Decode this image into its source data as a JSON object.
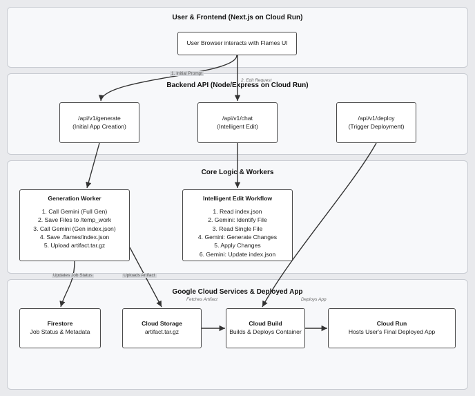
{
  "lanes": {
    "frontend": "User & Frontend (Next.js on Cloud Run)",
    "backend": "Backend API (Node/Express on Cloud Run)",
    "core": "Core Logic & Workers",
    "cloud": "Google Cloud Services & Deployed App"
  },
  "nodes": {
    "browser": "User Browser interacts with Flames UI",
    "generate": {
      "path": "/api/v1/generate",
      "desc": "(Initial App Creation)"
    },
    "chat": {
      "path": "/api/v1/chat",
      "desc": "(Intelligent Edit)"
    },
    "deploy": {
      "path": "/api/v1/deploy",
      "desc": "(Trigger Deployment)"
    },
    "worker": {
      "title": "Generation Worker",
      "steps": [
        "1. Call Gemini (Full Gen)",
        "2. Save Files to /temp_work",
        "3. Call Gemini (Gen index.json)",
        "4. Save .flames/index.json",
        "5. Upload artifact.tar.gz"
      ]
    },
    "edit": {
      "title": "Intelligent Edit Workflow",
      "steps": [
        "1. Read index.json",
        "2. Gemini: Identify File",
        "3. Read Single File",
        "4. Gemini: Generate Changes",
        "5. Apply Changes",
        "6. Gemini: Update index.json"
      ]
    },
    "firestore": {
      "title": "Firestore",
      "desc": "Job Status & Metadata"
    },
    "storage": {
      "title": "Cloud Storage",
      "desc": "artifact.tar.gz"
    },
    "build": {
      "title": "Cloud Build",
      "desc": "Builds & Deploys Container"
    },
    "run": {
      "title": "Cloud Run",
      "desc": "Hosts User's Final Deployed App"
    }
  },
  "edge_labels": {
    "initial": "1. Initial Prompt",
    "edit": "2. Edit Request",
    "status": "Updates Job Status",
    "upload": "Uploads Artifact",
    "fetch": "Fetches Artifact",
    "deploy": "Deploys App"
  },
  "colors": {
    "lane_bg": "#f7f8fa",
    "page_bg": "#e9eaed",
    "stroke": "#333333"
  }
}
